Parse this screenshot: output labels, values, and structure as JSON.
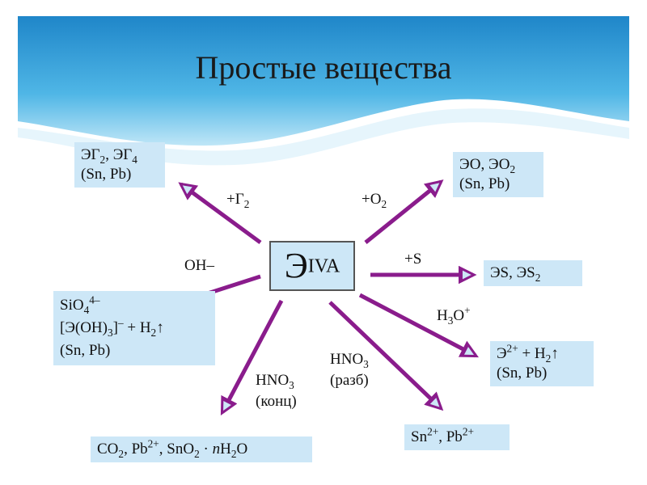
{
  "title": "Простые вещества",
  "center": {
    "symbol": "Э",
    "group": "IVA"
  },
  "colors": {
    "arrow": "#8a1c8c",
    "box": "#cde7f7",
    "sky": "#2f9fd8"
  },
  "boxes": {
    "halides": {
      "l1_a": "ЭГ",
      "l1_b": "2",
      "l1_c": ", ЭГ",
      "l1_d": "4",
      "l2": "(Sn, Pb)"
    },
    "oxides": {
      "l1_a": "ЭО, ЭО",
      "l1_b": "2",
      "l2": "(Sn, Pb)"
    },
    "sulfides": {
      "a": "ЭS, ЭS",
      "b": "2"
    },
    "alkali": {
      "l1_a": "SiO",
      "l1_b": "4",
      "l1_c": "4–",
      "l2_a": "[Э(OH)",
      "l2_b": "3",
      "l2_c": "]",
      "l2_d": "–",
      "l2_e": " + H",
      "l2_f": "2",
      "l2_g": "↑",
      "l3": "(Sn, Pb)"
    },
    "acid": {
      "l1_a": "Э",
      "l1_b": "2+",
      "l1_c": " + H",
      "l1_d": "2",
      "l1_e": "↑",
      "l2": "(Sn, Pb)"
    },
    "conc": {
      "a": "CO",
      "b": "2",
      "c": ", Pb",
      "d": "2+",
      "e": ", SnO",
      "f": "2",
      "g": " · ",
      "h": "n",
      "i": "H",
      "j": "2",
      "k": "O"
    },
    "dil": {
      "a": "Sn",
      "b": "2+",
      "c": ", Pb",
      "d": "2+"
    }
  },
  "labels": {
    "halogen": {
      "a": "+Г",
      "b": "2"
    },
    "oxygen": {
      "a": "+O",
      "b": "2"
    },
    "sulfur": "+S",
    "hydroxide": "OH–",
    "hydronium": {
      "a": "H",
      "b": "3",
      "c": "O",
      "d": "+"
    },
    "hno3_conc": {
      "a": "HNO",
      "b": "3",
      "c": "(конц)"
    },
    "hno3_dil": {
      "a": "HNO",
      "b": "3",
      "c": "(разб)"
    }
  }
}
